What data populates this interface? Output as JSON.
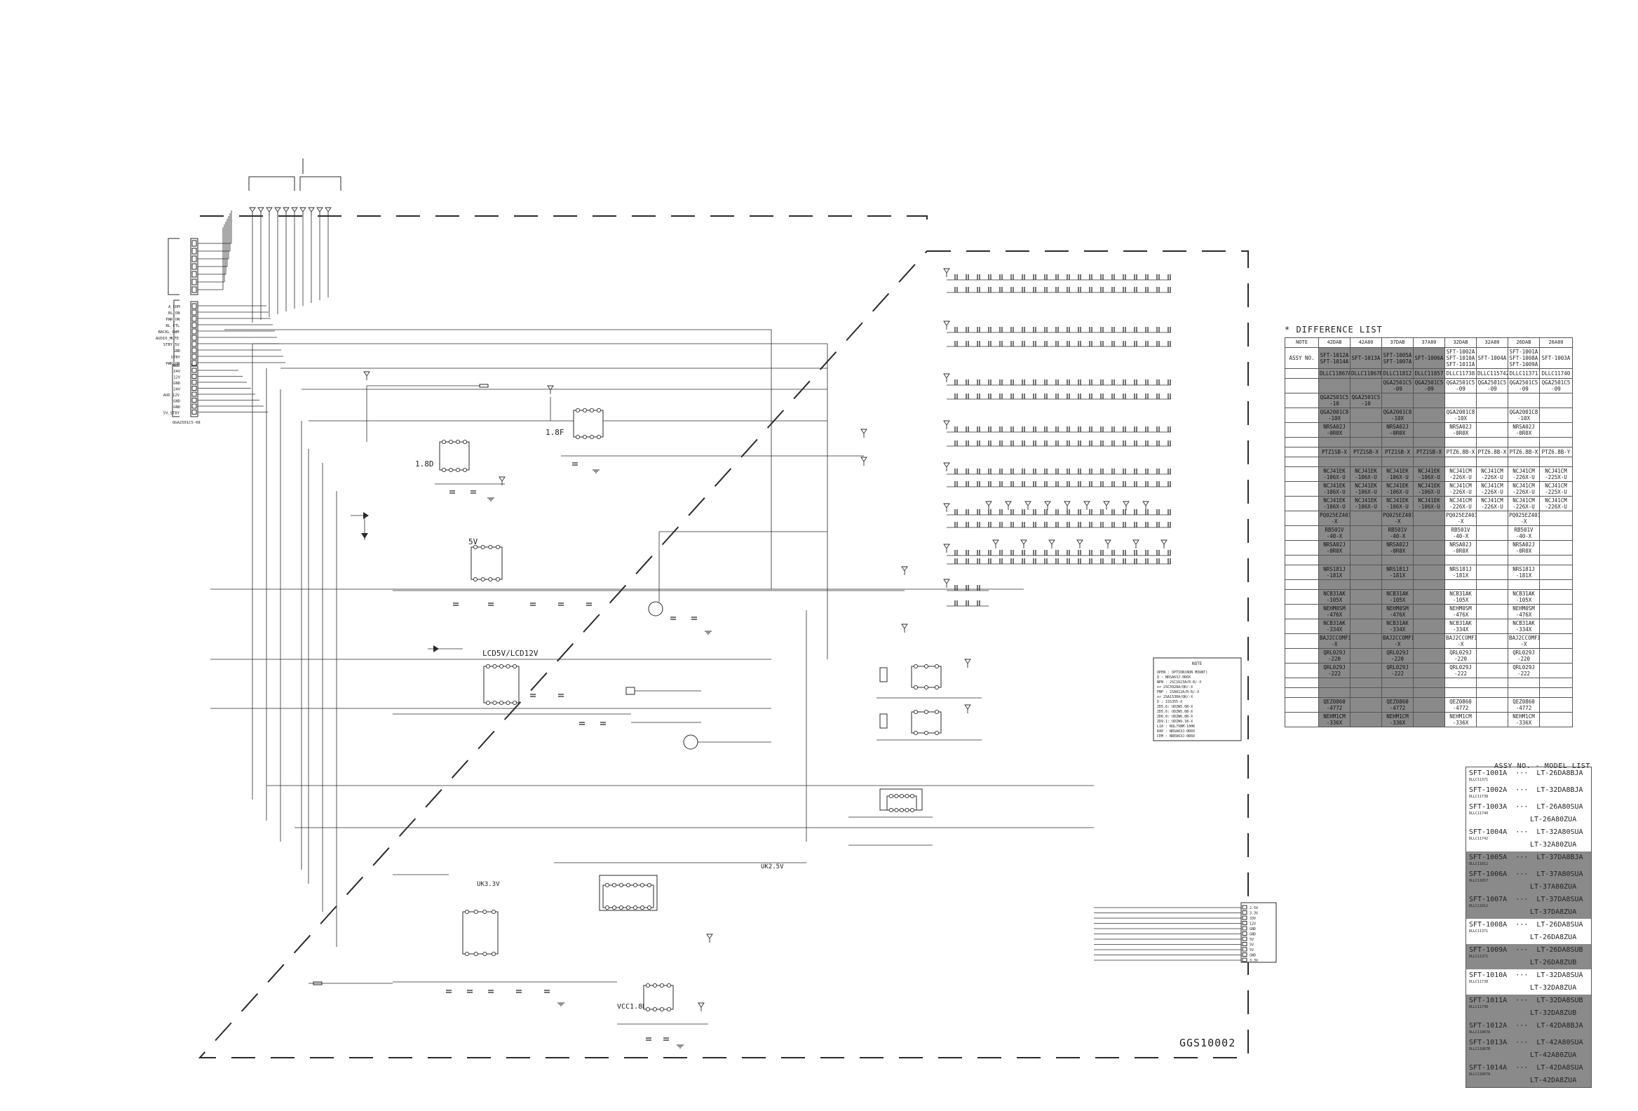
{
  "diagram": {
    "code": "GGS10002",
    "note_title": "NOTE",
    "note_lines": [
      "OPEN : OPTION(NON MOUNT)",
      "Q    : NRSA63J-0R0X",
      "NPN  : 2SC1623A/R-R/-X",
      "       or 2SC3928A/QR/-X",
      "PNP  : 2SA812A/R-R/-X",
      "       or 2SA1530A/QR/-X",
      "D    : 1SS355-X",
      "ZD5.6: UDZW5.6B-X",
      "ZD5.6: UDZW5.6B-X",
      "ZD6.8: UDZW6.8B-X",
      "ZD9.1: UDZW9.1B-X",
      "L10  : NQL75BM-100K",
      "R40  : NRSA63J-0R0X",
      "CEM  : NREA63J-0R0X"
    ],
    "block_labels": [
      {
        "id": "v18a",
        "text": "1.8D"
      },
      {
        "id": "v18b",
        "text": "1.8F"
      },
      {
        "id": "v5",
        "text": "5V"
      },
      {
        "id": "lcd",
        "text": "LCD5V/LCD12V"
      },
      {
        "id": "uk33",
        "text": "UK3.3V"
      },
      {
        "id": "uk25",
        "text": "UK2.5V"
      },
      {
        "id": "vcc",
        "text": "VCC1.8D"
      }
    ],
    "left_connector_signals": [
      "A_CDM",
      "BL_ON",
      "PWR_ON",
      "BL_CTL",
      "BACKL_PWM",
      "AUDIO_MUTE",
      "STBY_5V",
      "GND",
      "STBY",
      "PWR_ON"
    ],
    "left_connector_signals2": [
      "24V",
      "12V",
      "GND",
      "24V",
      "AUD_12V",
      "GND",
      "GND",
      "5V_STBY"
    ],
    "left_connector_part": "QGA2501C5-08",
    "right_connector_signals": [
      "2.5V",
      "3.3V",
      "33V",
      "12V",
      "GND",
      "GND",
      "5V",
      "5V",
      "5V",
      "GND",
      "3.3V"
    ]
  },
  "difference_list": {
    "title": "* DIFFERENCE LIST",
    "header": [
      "NOTE",
      "42DAB",
      "42A80",
      "37DAB",
      "37A80",
      "32DAB",
      "32A80",
      "26DAB",
      "26A80"
    ],
    "rows": [
      [
        "ASSY NO.",
        "SFT-1012A\nSFT-1014A",
        "SFT-1013A",
        "SFT-1005A\nSFT-1007A",
        "SFT-1006A",
        "SFT-1002A\nSFT-1010A\nSFT-1011A",
        "SFT-1004A",
        "SFT-1001A\nSFT-1008A\nSFT-1009A",
        "SFT-1003A"
      ],
      [
        "",
        "DLLC11867A",
        "DLLC11867B",
        "DLLC11812",
        "DLLC11857",
        "DLLC11738",
        "DLLC115742",
        "DLLC11371",
        "DLLC11740"
      ],
      [
        "",
        "",
        "",
        "QGA2501C5\n-09",
        "QGA2501C5\n-09",
        "QGA2501C5\n-09",
        "QGA2501C5\n-09",
        "QGA2501C5\n-09",
        "QGA2501C5\n-09"
      ],
      [
        "",
        "QGA2501C5\n-10",
        "QGA2501C5\n-10",
        "",
        "",
        "",
        "",
        "",
        ""
      ],
      [
        "",
        "QGA2001C8\n-10X",
        "",
        "QGA2001C8\n-10X",
        "",
        "QGA2001C8\n-10X",
        "",
        "QGA2001C8\n-10X",
        ""
      ],
      [
        "",
        "NRSA02J\n-0R0X",
        "",
        "NRSA02J\n-0R0X",
        "",
        "NRSA02J\n-0R0X",
        "",
        "NRSA02J\n-0R0X",
        ""
      ],
      [
        "",
        "",
        "",
        "",
        "",
        "",
        "",
        "",
        ""
      ],
      [
        "",
        "PTZ1SB-X",
        "PTZ1SB-X",
        "PTZ1SB-X",
        "PTZ1SB-X",
        "PTZ6.8B-X",
        "PTZ6.8B-X",
        "PTZ6.8B-X",
        "PTZ6.8B-Y"
      ],
      [
        "",
        "",
        "",
        "",
        "",
        "",
        "",
        "",
        ""
      ],
      [
        "",
        "NCJ41EK\n-106X-U",
        "NCJ41EK\n-106X-U",
        "NCJ41EK\n-106X-U",
        "NCJ41EK\n-106X-U",
        "NCJ41CM\n-226X-U",
        "NCJ41CM\n-226X-U",
        "NCJ41CM\n-226X-U",
        "NCJ41CM\n-225X-U"
      ],
      [
        "",
        "NCJ41EK\n-106X-U",
        "NCJ41EK\n-106X-U",
        "NCJ41EK\n-106X-U",
        "NCJ41EK\n-106X-U",
        "NCJ41CM\n-226X-U",
        "NCJ41CM\n-226X-U",
        "NCJ41CM\n-226X-U",
        "NCJ41CM\n-225X-U"
      ],
      [
        "",
        "NCJ41EK\n-106X-U",
        "NCJ41EK\n-106X-U",
        "NCJ41EK\n-106X-U",
        "NCJ41EK\n-106X-U",
        "NCJ41CM\n-226X-U",
        "NCJ41CM\n-226X-U",
        "NCJ41CM\n-226X-U",
        "NCJ41CM\n-226X-U"
      ],
      [
        "",
        "PQ025EZ4012\n-X",
        "",
        "PQ025EZ4012\n-X",
        "",
        "PQ025EZ4012\n-X",
        "",
        "PQ025EZ4012\n-X",
        ""
      ],
      [
        "",
        "RB501V\n-40-X",
        "",
        "RB501V\n-40-X",
        "",
        "RB501V\n-40-X",
        "",
        "RB501V\n-40-X",
        ""
      ],
      [
        "",
        "NRSA02J\n-0R0X",
        "",
        "NRSA02J\n-0R0X",
        "",
        "NRSA02J\n-0R0X",
        "",
        "NRSA02J\n-0R0X",
        ""
      ],
      [
        "",
        "",
        "",
        "",
        "",
        "",
        "",
        "",
        ""
      ],
      [
        "",
        "NRS181J\n-181X",
        "",
        "NRS181J\n-181X",
        "",
        "NRS181J\n-181X",
        "",
        "NRS181J\n-181X",
        ""
      ],
      [
        "",
        "",
        "",
        "",
        "",
        "",
        "",
        "",
        ""
      ],
      [
        "",
        "NCB31AK\n-105X",
        "",
        "NCB31AK\n-105X",
        "",
        "NCB31AK\n-105X",
        "",
        "NCB31AK\n-105X",
        ""
      ],
      [
        "",
        "NEHM0SM\n-476X",
        "",
        "NEHM0SM\n-476X",
        "",
        "NEHM0SM\n-476X",
        "",
        "NEHM0SM\n-476X",
        ""
      ],
      [
        "",
        "NCB31AK\n-334X",
        "",
        "NCB31AK\n-334X",
        "",
        "NCB31AK\n-334X",
        "",
        "NCB31AK\n-334X",
        ""
      ],
      [
        "",
        "BAJ2CCOMFIF\n-X",
        "",
        "BAJ2CCOMFIF\n-X",
        "",
        "BAJ2CCOMFIF\n-X",
        "",
        "BAJ2CCOMFIF\n-X",
        ""
      ],
      [
        "",
        "QRL029J\n-220",
        "",
        "QRL029J\n-220",
        "",
        "QRL029J\n-220",
        "",
        "QRL029J\n-220",
        ""
      ],
      [
        "",
        "QRL029J\n-222",
        "",
        "QRL029J\n-222",
        "",
        "QRL029J\n-222",
        "",
        "QRL029J\n-222",
        ""
      ],
      [
        "",
        "",
        "",
        "",
        "",
        "",
        "",
        "",
        ""
      ],
      [
        "",
        "",
        "",
        "",
        "",
        "",
        "",
        "",
        ""
      ],
      [
        "",
        "QEZ0860\n-4772",
        "",
        "QEZ0860\n-4772",
        "",
        "QEZ0860\n-4772",
        "",
        "QEZ0860\n-4772",
        ""
      ],
      [
        "",
        "NEHM1CM\n-336X",
        "",
        "NEHM1CM\n-336X",
        "",
        "NEHM1CM\n-336X",
        "",
        "NEHM1CM\n-336X",
        ""
      ]
    ],
    "shaded_columns": [
      1,
      2,
      3,
      4
    ]
  },
  "model_list": {
    "title": "ASSY NO. - MODEL LIST",
    "entries": [
      {
        "assy": "SFT-1001A",
        "code": "DLLC11371",
        "models": [
          "LT-26DA8BJA"
        ],
        "shaded": false
      },
      {
        "assy": "SFT-1002A",
        "code": "DLLC11738",
        "models": [
          "LT-32DA8BJA"
        ],
        "shaded": false
      },
      {
        "assy": "SFT-1003A",
        "code": "DLLC11740",
        "models": [
          "LT-26A80SUA",
          "LT-26A80ZUA"
        ],
        "shaded": false
      },
      {
        "assy": "SFT-1004A",
        "code": "DLLC11742",
        "models": [
          "LT-32A80SUA",
          "LT-32A80ZUA"
        ],
        "shaded": false
      },
      {
        "assy": "SFT-1005A",
        "code": "DLLC11812",
        "models": [
          "LT-37DA8BJA"
        ],
        "shaded": true
      },
      {
        "assy": "SFT-1006A",
        "code": "DLLC11857",
        "models": [
          "LT-37A80SUA",
          "LT-37A80ZUA"
        ],
        "shaded": true
      },
      {
        "assy": "SFT-1007A",
        "code": "DLLC11812",
        "models": [
          "LT-37DA8SUA",
          "LT-37DA8ZUA"
        ],
        "shaded": true
      },
      {
        "assy": "SFT-1008A",
        "code": "DLLC11371",
        "models": [
          "LT-26DA8SUA",
          "LT-26DA8ZUA"
        ],
        "shaded": false
      },
      {
        "assy": "SFT-1009A",
        "code": "DLLC11371",
        "models": [
          "LT-26DA8SUB",
          "LT-26DA8ZUB"
        ],
        "shaded": true
      },
      {
        "assy": "SFT-1010A",
        "code": "DLLC11738",
        "models": [
          "LT-32DA8SUA",
          "LT-32DA8ZUA"
        ],
        "shaded": false
      },
      {
        "assy": "SFT-1011A",
        "code": "DLLC11738",
        "models": [
          "LT-32DA8SUB",
          "LT-32DA8ZUB"
        ],
        "shaded": true
      },
      {
        "assy": "SFT-1012A",
        "code": "DLLC11867A",
        "models": [
          "LT-42DA8BJA"
        ],
        "shaded": true
      },
      {
        "assy": "SFT-1013A",
        "code": "DLLC11867B",
        "models": [
          "LT-42A80SUA",
          "LT-42A80ZUA"
        ],
        "shaded": true
      },
      {
        "assy": "SFT-1014A",
        "code": "DLLC11867A",
        "models": [
          "LT-42DA8SUA",
          "LT-42DA8ZUA"
        ],
        "shaded": true
      }
    ]
  }
}
